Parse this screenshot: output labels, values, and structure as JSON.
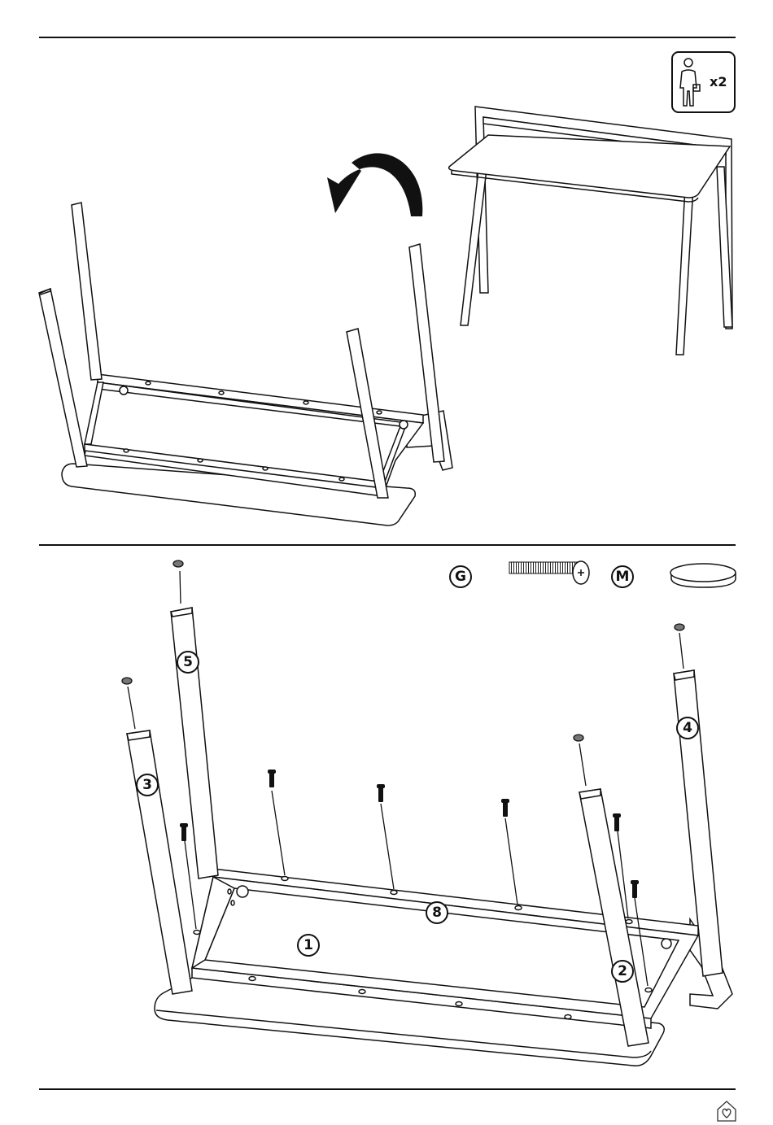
{
  "persons_badge": {
    "count": "x2",
    "icon": "person-icon"
  },
  "step1": {
    "rotation_arrow": "rotate-arrow-icon"
  },
  "step2": {
    "legend": [
      {
        "code": "G",
        "part": "screw-bolt"
      },
      {
        "code": "M",
        "part": "felt-pad"
      }
    ],
    "part_labels": [
      "1",
      "2",
      "3",
      "4",
      "5",
      "8"
    ]
  },
  "footer": {
    "logo": "brand-logo-icon"
  }
}
